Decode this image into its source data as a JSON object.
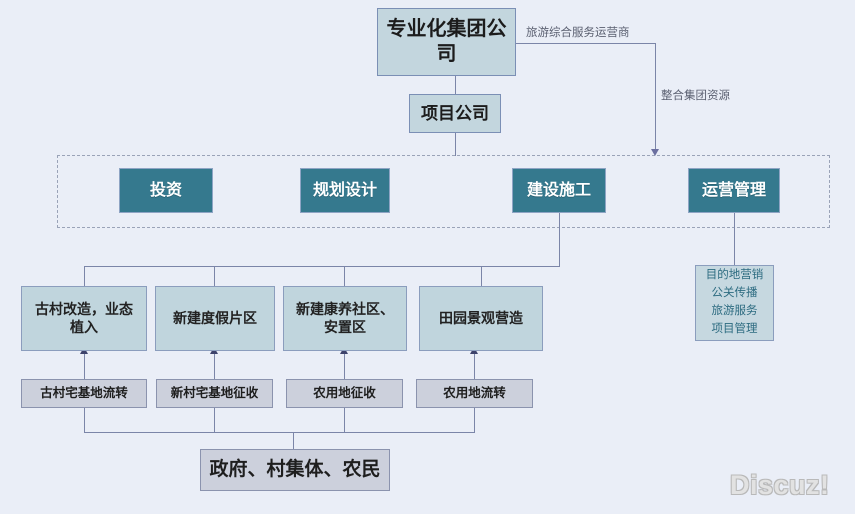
{
  "diagram": {
    "title_node": {
      "label": "专业化集团公司"
    },
    "project_node": {
      "label": "项目公司"
    },
    "edge_labels": {
      "to_operator": "旅游综合服务运营商",
      "integrate_resources": "整合集团资源"
    },
    "functions": [
      {
        "label": "投资"
      },
      {
        "label": "规划设计"
      },
      {
        "label": "建设施工"
      },
      {
        "label": "运营管理"
      }
    ],
    "projects": [
      {
        "label": "古村改造，业态植入"
      },
      {
        "label": "新建度假片区"
      },
      {
        "label": "新建康养社区、安置区"
      },
      {
        "label": "田园景观营造"
      }
    ],
    "land_actions": [
      {
        "label": "古村宅基地流转"
      },
      {
        "label": "新村宅基地征收"
      },
      {
        "label": "农用地征收"
      },
      {
        "label": "农用地流转"
      }
    ],
    "stakeholders": {
      "label": "政府、村集体、农民"
    },
    "operations_items": [
      {
        "label": "目的地营销"
      },
      {
        "label": "公关传播"
      },
      {
        "label": "旅游服务"
      },
      {
        "label": "项目管理"
      }
    ],
    "watermark": "Discuz!"
  },
  "colors": {
    "background": "#eaeef7",
    "teal": "#35798e",
    "pale_blue": "#c0d5dd",
    "gray": "#ccd0dc",
    "line": "#7b85a8",
    "ops_text": "#2c6b80"
  }
}
